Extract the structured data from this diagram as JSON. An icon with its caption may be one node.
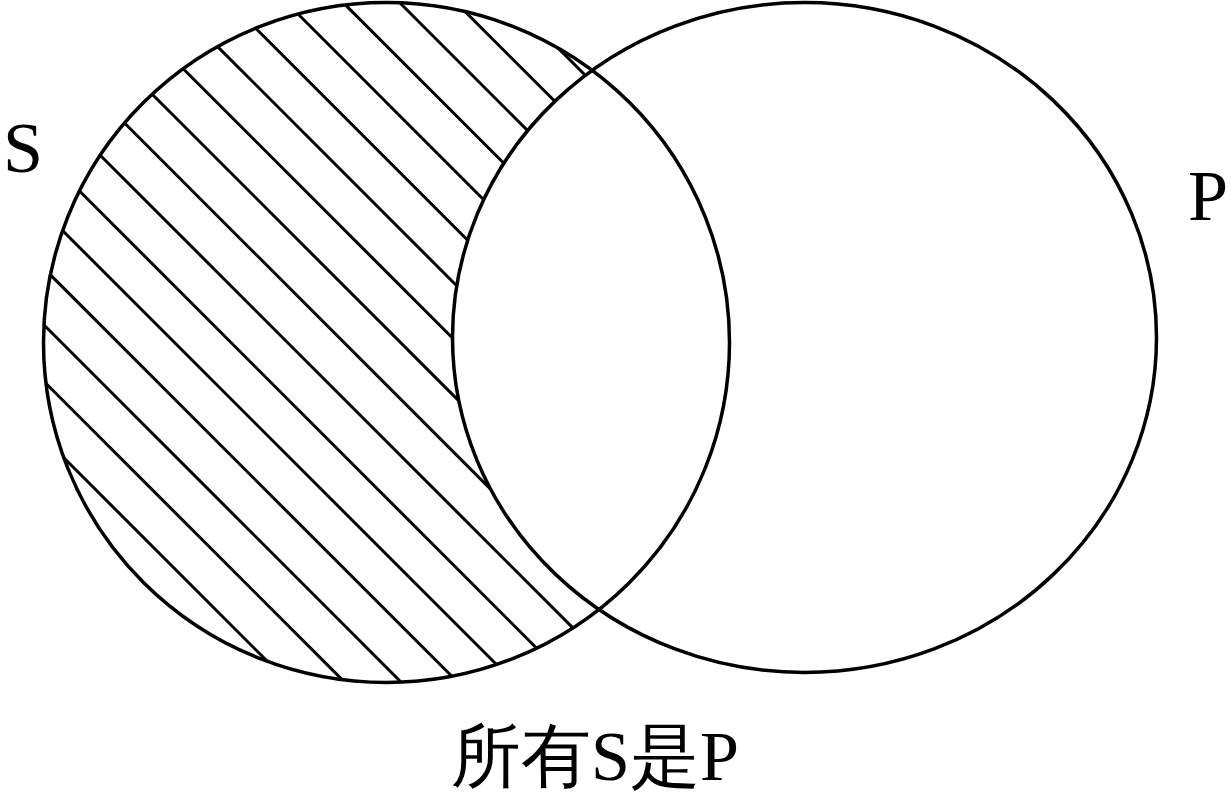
{
  "diagram": {
    "caption": "所有S是P",
    "nodes": [
      {
        "text": [
          "S"
        ]
      },
      {
        "text": [
          "P"
        ]
      }
    ]
  }
}
